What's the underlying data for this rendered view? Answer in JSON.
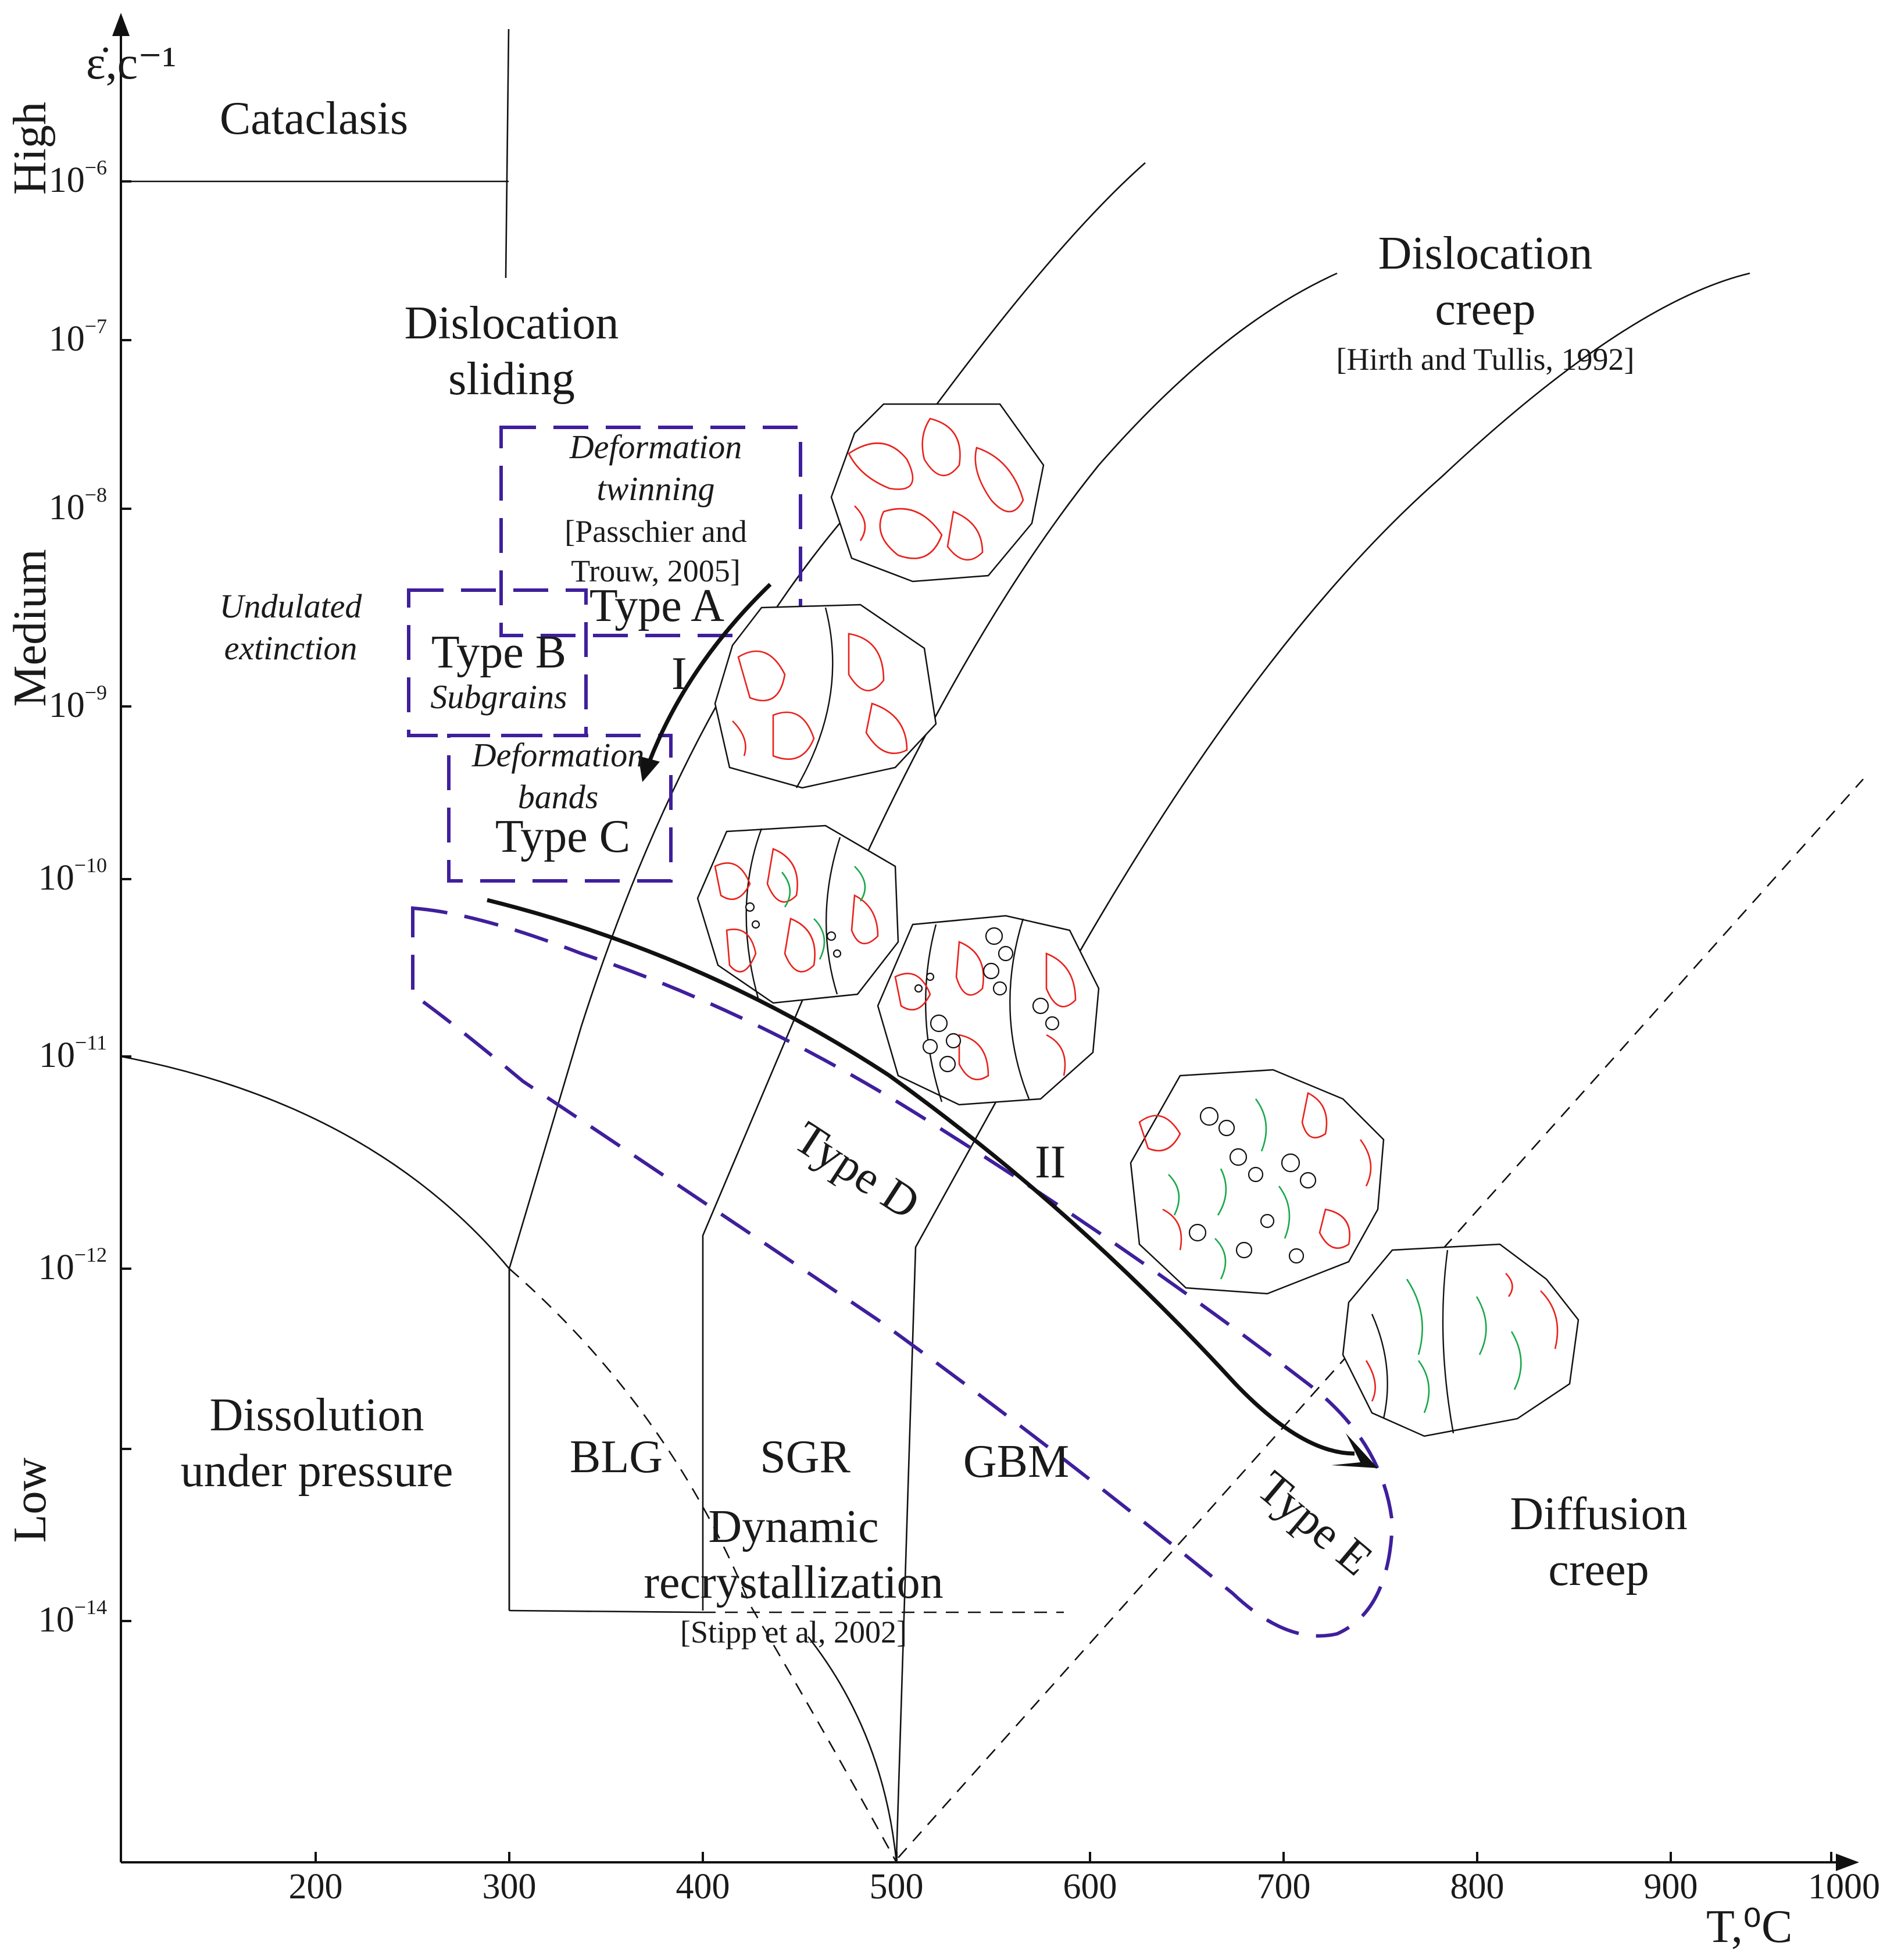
{
  "axes": {
    "y_label": "ε̇,c⁻¹",
    "x_label": "T,⁰C",
    "y_levels": [
      "High",
      "Medium",
      "Low"
    ],
    "x_ticks": [
      "200",
      "300",
      "400",
      "500",
      "600",
      "700",
      "800",
      "900",
      "1000"
    ],
    "y_ticks": [
      {
        "base": "10",
        "exp": "−6"
      },
      {
        "base": "10",
        "exp": "−7"
      },
      {
        "base": "10",
        "exp": "−8"
      },
      {
        "base": "10",
        "exp": "−9"
      },
      {
        "base": "10",
        "exp": "−10"
      },
      {
        "base": "10",
        "exp": "−11"
      },
      {
        "base": "10",
        "exp": "−12"
      },
      {
        "base": "10",
        "exp": "−14"
      }
    ]
  },
  "regions": {
    "cataclasis": "Cataclasis",
    "dislocation_sliding": [
      "Dislocation",
      "sliding"
    ],
    "dislocation_creep": [
      "Dislocation",
      "creep"
    ],
    "dislocation_creep_ref": "[Hirth and Tullis, 1992]",
    "dissolution": [
      "Dissolution",
      "under pressure"
    ],
    "diffusion_creep": [
      "Diffusion",
      "creep"
    ],
    "blg": "BLG",
    "sgr": "SGR",
    "gbm": "GBM",
    "dynamic_recryst": [
      "Dynamic",
      "recrystallization"
    ],
    "dynamic_recryst_ref": "[Stipp et al, 2002]"
  },
  "mechanisms": {
    "twinning": [
      "Deformation",
      "twinning"
    ],
    "twinning_ref": [
      "[Passchier and",
      "Trouw, 2005]"
    ],
    "undulated": [
      "Undulated",
      "extinction"
    ],
    "subgrains": "Subgrains",
    "deformation_bands": [
      "Deformation",
      "bands"
    ]
  },
  "types": {
    "a": "Type A",
    "b": "Type B",
    "c": "Type C",
    "d": "Type D",
    "e": "Type E"
  },
  "paths": {
    "one": "I",
    "two": "II"
  },
  "colors": {
    "type_box": "#3f1f9c",
    "twin_lamellae": "#e8221d",
    "recrystallized": "#18a84a",
    "lines": "#111111"
  }
}
